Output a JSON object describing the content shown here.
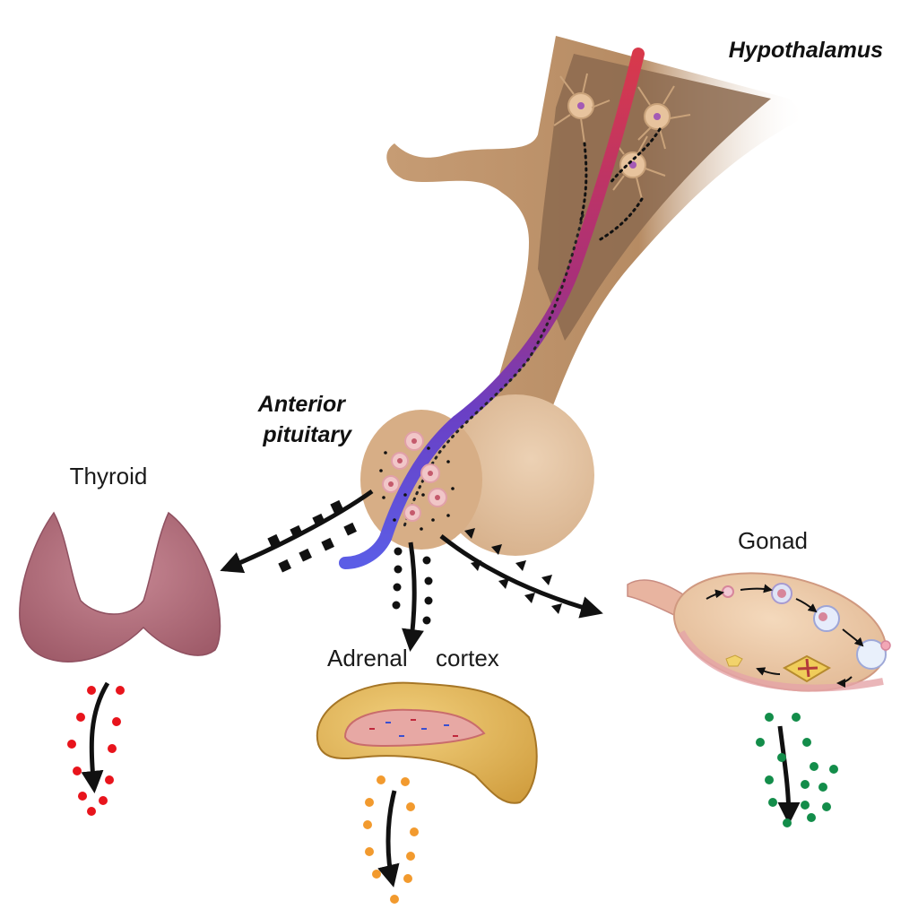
{
  "labels": {
    "hypothalamus": "Hypothalamus",
    "anterior_line1": "Anterior",
    "anterior_line2": "pituitary",
    "thyroid": "Thyroid",
    "adrenal_word1": "Adrenal",
    "adrenal_word2": "cortex",
    "gonad": "Gonad"
  },
  "colors": {
    "tissue": "#d9b48f",
    "tissue_dark": "#b48e6b",
    "tissue_inner": "#8c6a4f",
    "vessel_red": "#d8394b",
    "vessel_blue": "#5b5de6",
    "thyroid": "#b46e7c",
    "adrenal": "#e0b14e",
    "ovary": "#eccaa7",
    "thyroid_hormone": "#e8141c",
    "adrenal_hormone": "#f29a2e",
    "gonad_hormone": "#138d4a",
    "arrow": "#111111"
  },
  "icons": [
    "neuron-icon",
    "follicle-icon",
    "corpus-luteum-icon",
    "hormone-arrow-icon"
  ]
}
